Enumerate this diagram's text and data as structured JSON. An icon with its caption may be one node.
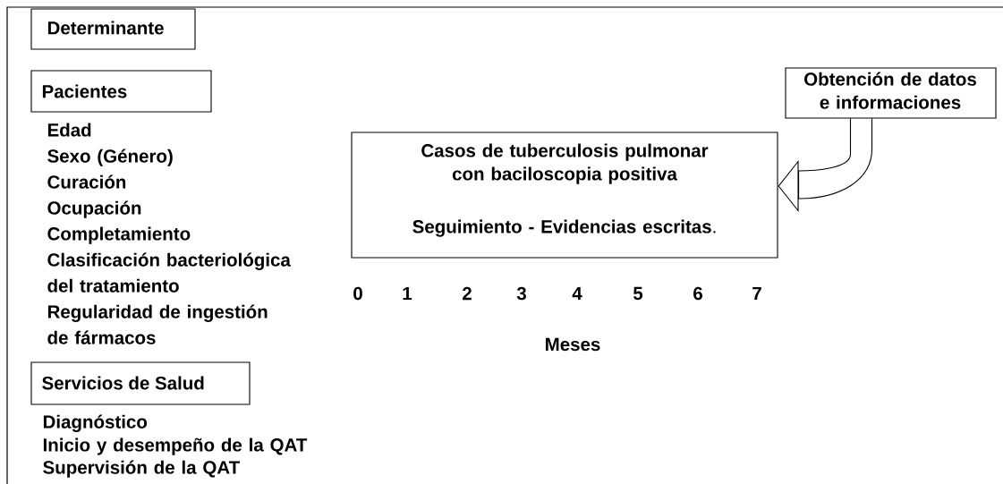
{
  "diagram": {
    "nodes": [
      {
        "text": [
          "Determinante"
        ]
      },
      {
        "text": [
          "Pacientes"
        ]
      },
      {
        "text": [
          "Servicios de Salud"
        ]
      },
      {
        "text": [
          "Casos de tuberculosis pulmonar con baciloscopia positiva",
          "**Seguimiento - Evidencias escritas**."
        ]
      },
      {
        "text": [
          "Obtención de datos e informaciones"
        ]
      }
    ],
    "edges": [
      {
        "from": 4,
        "to": 3,
        "arrow": "to"
      }
    ],
    "labels": [
      "Edad",
      "Sexo (Género)",
      "Curación",
      "Ocupación",
      "Completamiento",
      "Clasificación bacteriológica del tratamiento",
      "Regularidad de ingestión de fármacos",
      "Diagnóstico",
      "Inicio y desempeño de la QAT",
      "Supervisión de la QAT",
      "0",
      "1",
      "2",
      "3",
      "4",
      "5",
      "6",
      "7",
      "Meses"
    ]
  }
}
